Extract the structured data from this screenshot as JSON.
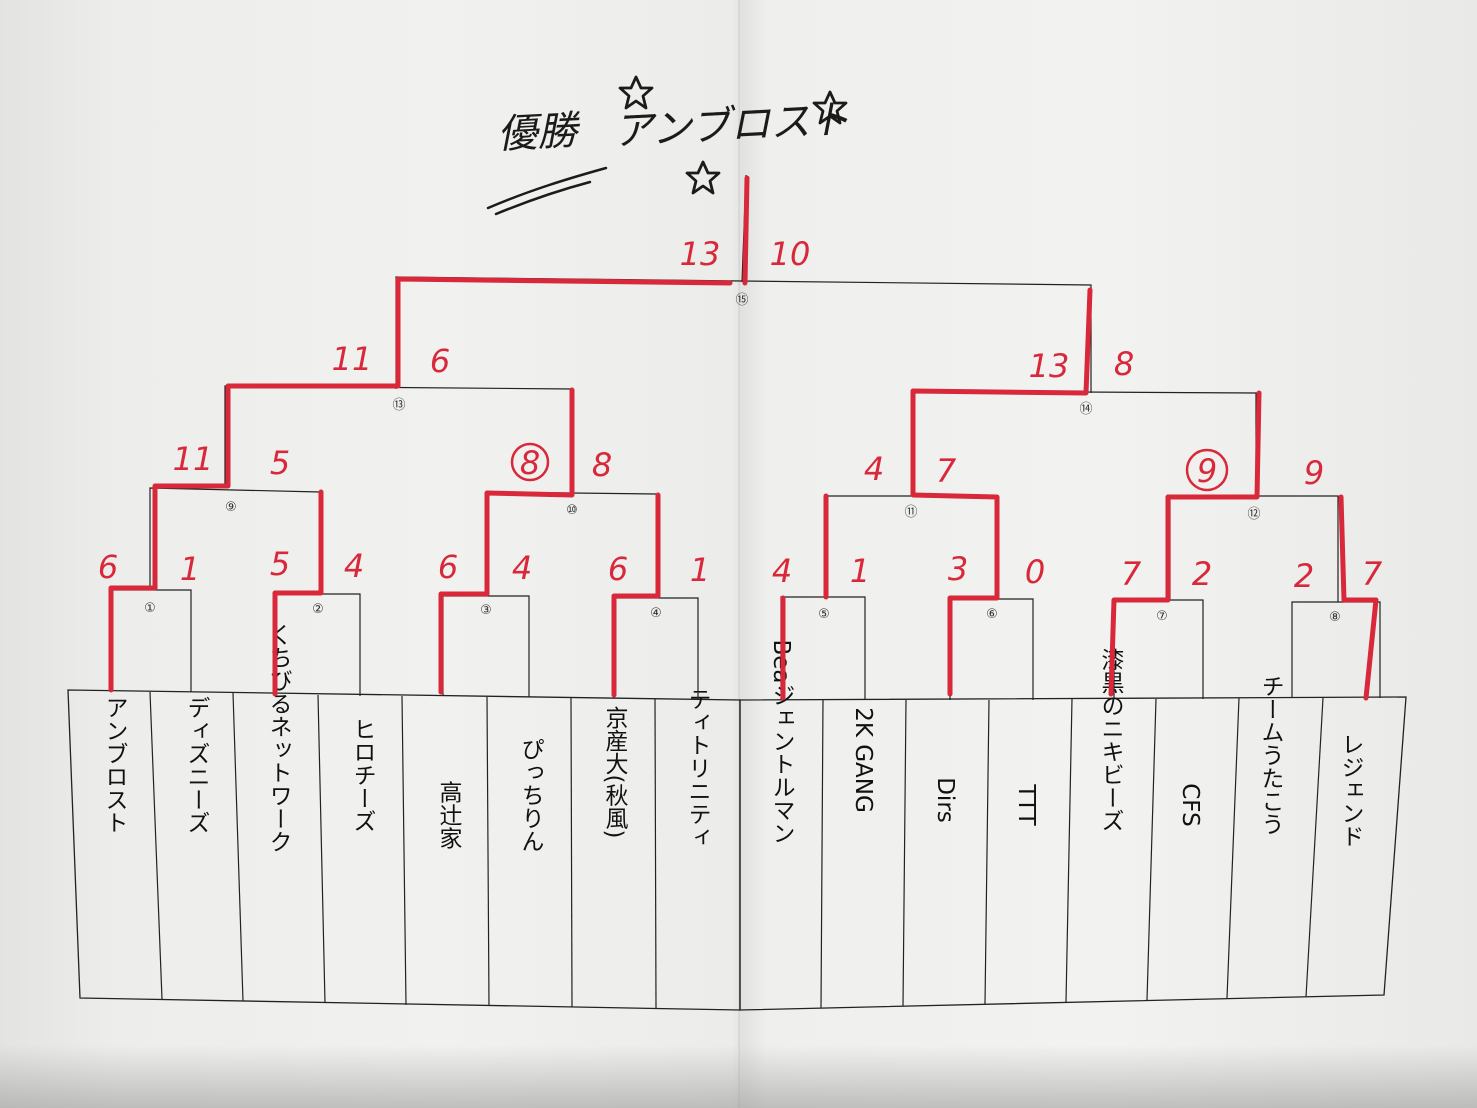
{
  "winner_label": "優勝",
  "winner_name": "アンブロスト",
  "teams": [
    "アンブロスト",
    "ディズニーズ",
    "くちびるネットワーク",
    "ヒロチーズ",
    "高辻家",
    "ぴっちりん",
    "京産大(秋風)",
    "ティトリニティ",
    "Beaジェントルマン",
    "2K GANG",
    "Dirs",
    "TTT",
    "漆黒のニキビーズ",
    "CFS",
    "チームうたこう",
    "レジェンド"
  ],
  "round1": [
    {
      "match": "①",
      "left_score": "6",
      "right_score": "1"
    },
    {
      "match": "②",
      "left_score": "5",
      "right_score": "4"
    },
    {
      "match": "③",
      "left_score": "6",
      "right_score": "4"
    },
    {
      "match": "④",
      "left_score": "6",
      "right_score": "1"
    },
    {
      "match": "⑤",
      "left_score": "4",
      "right_score": "1"
    },
    {
      "match": "⑥",
      "left_score": "3",
      "right_score": "0"
    },
    {
      "match": "⑦",
      "left_score": "7",
      "right_score": "2"
    },
    {
      "match": "⑧",
      "left_score": "2",
      "right_score": "7"
    }
  ],
  "round2": [
    {
      "match": "⑨",
      "left_score": "11",
      "right_score": "5"
    },
    {
      "match": "⑩",
      "left_score": "8",
      "right_score": "8"
    },
    {
      "match": "⑪",
      "left_score": "4",
      "right_score": "7"
    },
    {
      "match": "⑫",
      "left_score": "9",
      "right_score": "9"
    }
  ],
  "semifinal": [
    {
      "match": "⑬",
      "left_score": "11",
      "right_score": "6"
    },
    {
      "match": "⑭",
      "left_score": "13",
      "right_score": "8"
    }
  ],
  "final": {
    "match": "⑮",
    "left_score": "13",
    "right_score": "10"
  },
  "colors": {
    "red_pen": "#d8283a",
    "black_pen": "#1b1b1b",
    "paper": "#efefed"
  },
  "icons": [
    "star-icon",
    "star-icon",
    "star-icon"
  ]
}
